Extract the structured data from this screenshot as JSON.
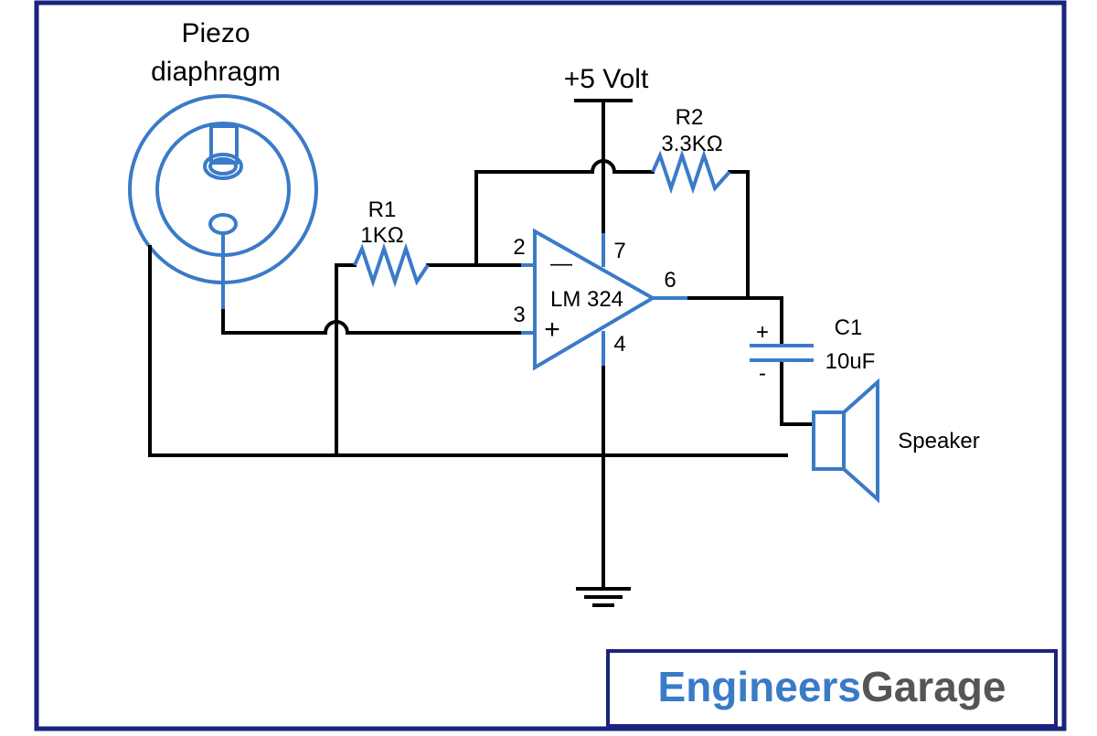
{
  "labels": {
    "piezo_line1": "Piezo",
    "piezo_line2": "diaphragm",
    "supply": "+5 Volt",
    "r1_name": "R1",
    "r1_value": "1KΩ",
    "r2_name": "R2",
    "r2_value": "3.3KΩ",
    "opamp": "LM 324",
    "pin2": "2",
    "pin3": "3",
    "pin4": "4",
    "pin6": "6",
    "pin7": "7",
    "minus_sign": "—",
    "plus_sign": "+",
    "c1_name": "C1",
    "c1_value": "10uF",
    "cap_plus": "+",
    "cap_minus": "-",
    "speaker": "Speaker"
  },
  "logo": {
    "part1": "Engineers",
    "part2": "Garage"
  },
  "colors": {
    "border": "#1a237e",
    "wire": "#000000",
    "component": "#3a7bc8",
    "logo_blue": "#3a7bc8",
    "logo_gray": "#555555"
  }
}
